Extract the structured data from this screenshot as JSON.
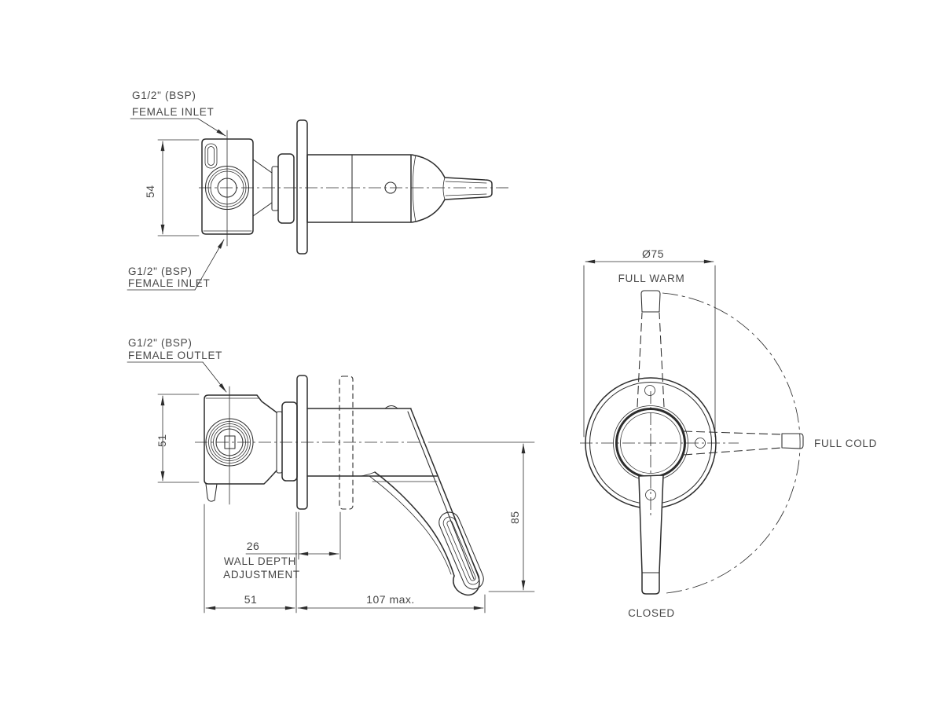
{
  "page": {
    "background": "#ffffff"
  },
  "drawing": {
    "line_color": "#2d2d2d",
    "text_color": "#474747",
    "top_view": {
      "label_inlet_top_line1": "G1/2\" (BSP)",
      "label_inlet_top_line2": "FEMALE INLET",
      "label_inlet_bottom_line1": "G1/2\" (BSP)",
      "label_inlet_bottom_line2": "FEMALE INLET",
      "dim_height": "54"
    },
    "side_view": {
      "label_outlet_line1": "G1/2\" (BSP)",
      "label_outlet_line2": "FEMALE OUTLET",
      "dim_height": "51",
      "dim_wall_depth_value": "26",
      "dim_wall_depth_label1": "WALL DEPTH",
      "dim_wall_depth_label2": "ADJUSTMENT",
      "dim_body_to_wall": "51",
      "dim_projection": "107 max.",
      "dim_lever_drop": "85"
    },
    "front_view": {
      "dim_diameter": "Ø75",
      "label_full_warm": "FULL WARM",
      "label_full_cold": "FULL COLD",
      "label_closed": "CLOSED"
    }
  }
}
